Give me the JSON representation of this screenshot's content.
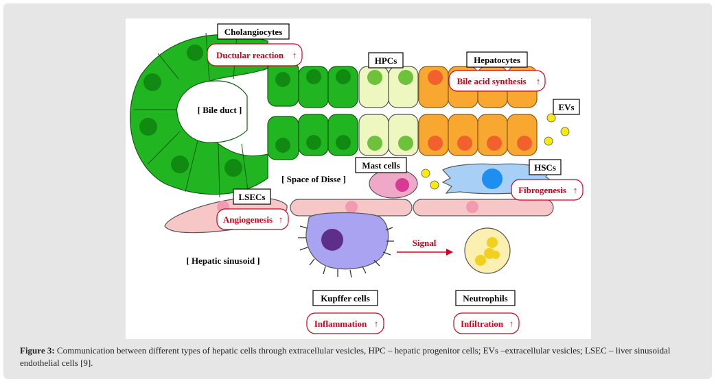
{
  "diagram": {
    "labels": {
      "cholangiocytes": "Cholangiocytes",
      "ductular_reaction": "Ductular reaction",
      "hpcs": "HPCs",
      "hepatocytes": "Hepatocytes",
      "bile_acid_synthesis": "Bile acid synthesis",
      "evs": "EVs",
      "bile_duct": "[ Bile duct ]",
      "mast_cells": "Mast cells",
      "hscs": "HSCs",
      "fibrogenesis": "Fibrogenesis",
      "space_of_disse": "[ Space of Disse ]",
      "lsecs": "LSECs",
      "angiogenesis": "Angiogenesis",
      "signal": "Signal",
      "hepatic_sinusoid": "[ Hepatic sinusoid ]",
      "kupffer_cells": "Kupffer cells",
      "neutrophils": "Neutrophils",
      "inflammation": "Inflammation",
      "infiltration": "Infiltration",
      "up_arrow": "↑"
    },
    "colors": {
      "cholangiocyte": "#22b522",
      "cholangiocyte_nucleus": "#118a11",
      "hpc": "#eef7c0",
      "hpc_nucleus": "#6cc23a",
      "hepatocyte": "#f8a830",
      "hepatocyte_nucleus": "#f2602e",
      "lsec": "#f7c6c6",
      "lsec_nucleus": "#f29ab0",
      "mast": "#f0a8c8",
      "mast_nucleus": "#d63a92",
      "hsc": "#a8cff5",
      "hsc_nucleus": "#1e8ef0",
      "kupffer": "#a9a3f2",
      "kupffer_nucleus": "#5e2f8a",
      "neutrophil": "#fbf0b0",
      "neutrophil_nucleus": "#f2d020",
      "ev": "#f7ea10",
      "accent_red": "#d0021b"
    }
  },
  "caption": {
    "label": "Figure 3:",
    "text": " Communication between different types of hepatic cells through extracellular vesicles, HPC – hepatic progenitor cells; EVs –extracellular vesicles; LSEC – liver sinusoidal endothelial cells [9]."
  }
}
